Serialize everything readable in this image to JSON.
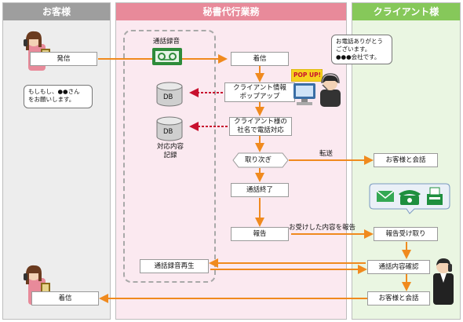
{
  "lanes": {
    "customer": "お客様",
    "secretary": "秘書代行業務",
    "client": "クライアント様"
  },
  "customer": {
    "hasshin": "発信",
    "speech": "もしもし、●●さん\nをお願いします。",
    "chakushin": "着信"
  },
  "secretary": {
    "recording_label": "通話録音",
    "db1": "DB",
    "db2": "DB",
    "db2_caption": "対応内容\n記録",
    "chakushin": "着信",
    "popup": "クライアント情報\nポップアップ",
    "popup_tag": "POP UP!",
    "respond": "クライアント様の\n社名で電話対応",
    "toritsugi": "取り次ぎ",
    "transfer": "転送",
    "call_end": "通話終了",
    "report": "報告",
    "report_arrow": "お受けした内容を報告",
    "playback": "通話録音再生",
    "operator_speech": "お電話ありがとう\nございます。\n●●●会社です。"
  },
  "client": {
    "conversation1": "お客様と会話",
    "receive_report": "報告受け取り",
    "confirm": "通話内容確認",
    "conversation2": "お客様と会話"
  },
  "colors": {
    "customer_head": "#9e9e9e",
    "secretary_head": "#e88a9a",
    "client_head": "#86c85a",
    "customer_bg": "#ededed",
    "secretary_bg": "#fbe9f0",
    "client_bg": "#eaf6e2",
    "arrow": "#f08a1e",
    "dash_arrow": "#c8102e"
  }
}
